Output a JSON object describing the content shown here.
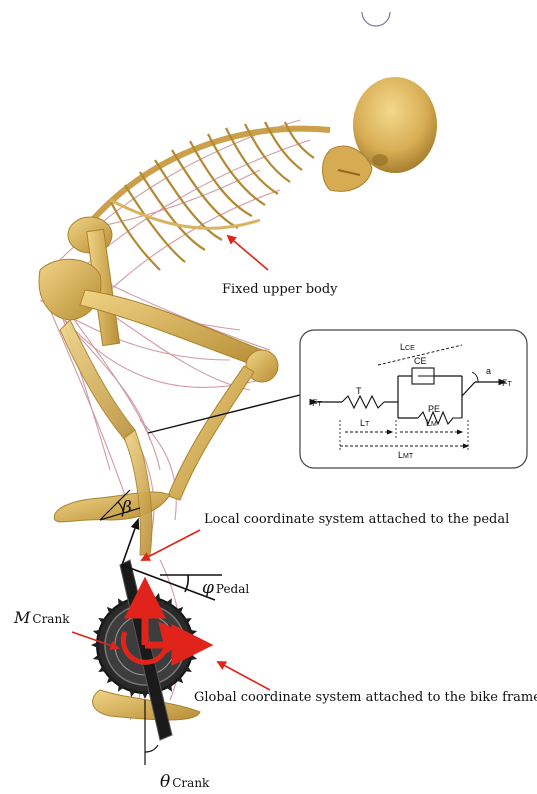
{
  "labels": {
    "upper_body": "Fixed upper body",
    "local_cs": "Local coordinate system attached to the pedal",
    "global_cs": "Global coordinate system attached to the bike frame",
    "beta": "β",
    "phi": "φ",
    "phi_sub": "Pedal",
    "m": "M",
    "m_sub": "Crank",
    "theta": "θ",
    "theta_sub": "Crank"
  },
  "muscle_model": {
    "ft_left": "F",
    "ft_left_sub": "T",
    "ft_right": "F",
    "ft_right_sub": "T",
    "t": "T",
    "ce": "CE",
    "pe": "PE",
    "lce": "L",
    "lce_sub": "CE",
    "lt": "L",
    "lt_sub": "T",
    "lm": "L",
    "lm_sub": "M",
    "lmt": "L",
    "lmt_sub": "MT",
    "a": "a"
  },
  "colors": {
    "bone": "#d9b25a",
    "bone_dark": "#a9822c",
    "muscle": "#c98a94",
    "arrow_red": "#e0241c",
    "crank_black": "#1a1a1a"
  }
}
